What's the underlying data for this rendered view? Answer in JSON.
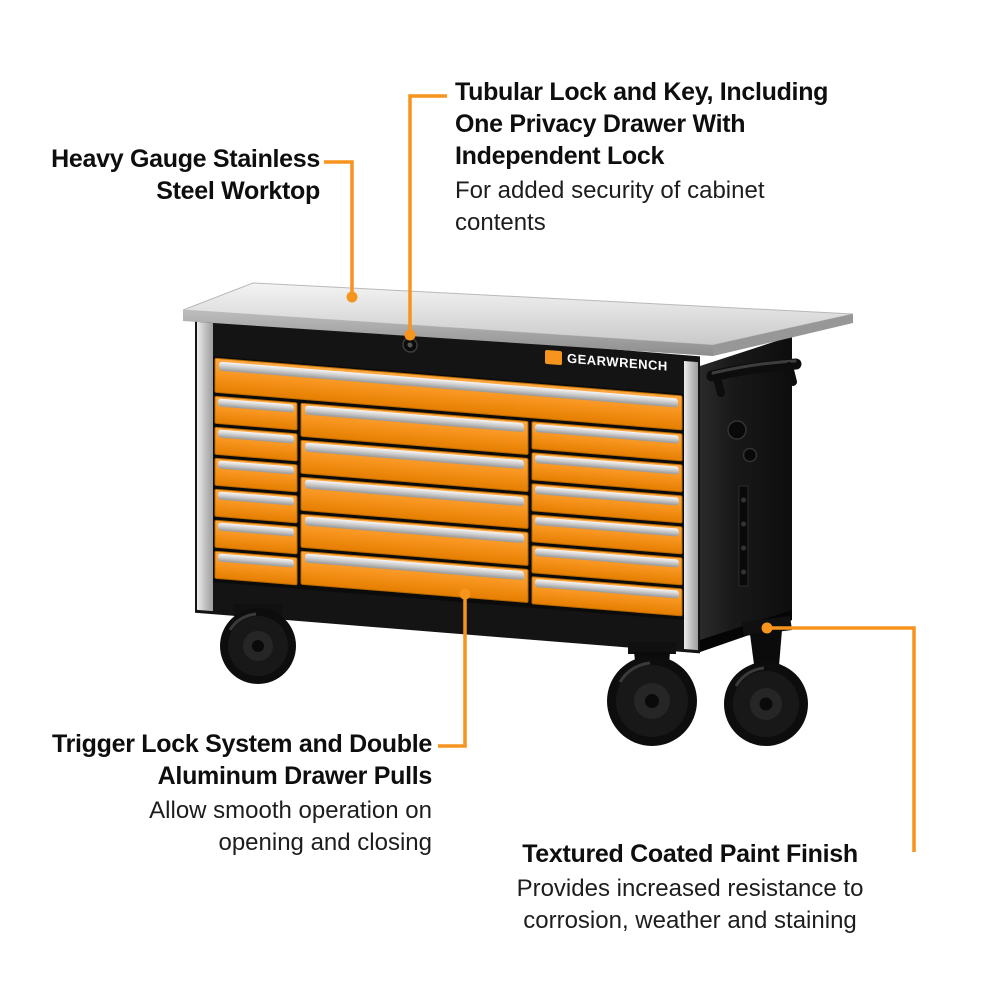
{
  "meta": {
    "description": "Annotated product feature diagram of a rolling tool cabinet"
  },
  "colors": {
    "accent_orange": "#F7941D",
    "drawer_orange": "#F68B1E",
    "cabinet_black": "#141414",
    "worktop_steel": "#E9E9E9",
    "text_dark": "#0E0E0E",
    "background": "#FFFFFF"
  },
  "brand": {
    "logo_text": "GEARWRENCH"
  },
  "callouts": {
    "worktop": {
      "title_lines": [
        "Heavy Gauge Stainless",
        "Steel Worktop"
      ]
    },
    "lock": {
      "title_lines": [
        "Tubular Lock and Key, Including",
        "One Privacy Drawer With",
        "Independent Lock"
      ],
      "body_lines": [
        "For added security of cabinet",
        "contents"
      ]
    },
    "trigger": {
      "title_lines": [
        "Trigger Lock System and Double",
        "Aluminum Drawer Pulls"
      ],
      "body_lines": [
        "Allow smooth operation on",
        "opening and closing"
      ]
    },
    "paint": {
      "title_lines": [
        "Textured Coated Paint Finish"
      ],
      "body_lines": [
        "Provides increased resistance to",
        "corrosion, weather and staining"
      ]
    }
  }
}
